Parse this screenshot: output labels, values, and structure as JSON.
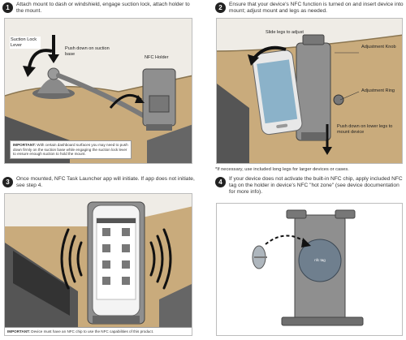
{
  "steps": [
    {
      "number": "1",
      "instruction": "Attach mount to dash or windshield, engage suction lock, attach holder to the mount.",
      "labels": {
        "suction_lever": "Suction Lock Lever",
        "push_down": "Push down on suction base",
        "holder": "NFC Holder"
      },
      "note_strong": "IMPORTANT:",
      "note": "With certain dashboard surfaces you may need to push down firmly on the suction base while engaging the suction lock lever to ensure enough suction to hold the mount."
    },
    {
      "number": "2",
      "instruction": "Ensure that your device's NFC function is turned on and insert device into mount; adjust mount and legs as needed.",
      "labels": {
        "slide_legs": "Slide legs to adjust",
        "adjust_knob": "Adjustment Knob",
        "adjust_ring": "Adjustment Ring",
        "push_lower": "Push down on lower legs to mount device"
      },
      "footnote": "*If necessary, use included long legs for larger devices or cases."
    },
    {
      "number": "3",
      "instruction": "Once mounted, NFC Task Launcher app will initiate. If app does not initiate, see step 4.",
      "note_strong": "IMPORTANT:",
      "note": "Device must have an NFC chip to use the NFC capabilities of this product."
    },
    {
      "number": "4",
      "instruction": "If your device does not activate the built-in NFC chip, apply included NFC tag on the holder in device's NFC \"hot zone\" (see device documentation for more info).",
      "tag_label": "nfc tag"
    }
  ],
  "colors": {
    "dash": "#c9ab7c",
    "mount": "#8a8a8a",
    "panel_bg": "#f2efe8",
    "badge": "#222222",
    "phone_blue": "#8bb2c9"
  }
}
